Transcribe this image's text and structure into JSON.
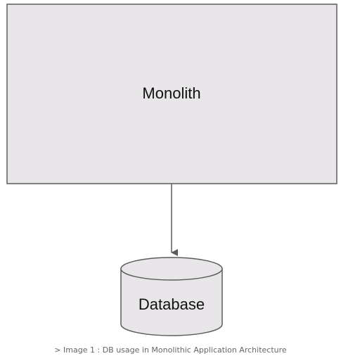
{
  "diagram": {
    "nodes": {
      "monolith": {
        "label": "Monolith",
        "shape": "rectangle"
      },
      "database": {
        "label": "Database",
        "shape": "cylinder"
      }
    },
    "edges": [
      {
        "from": "monolith",
        "to": "database",
        "arrow": "end"
      }
    ],
    "colors": {
      "fill": "#e8e6e8",
      "stroke": "#5c5c5c",
      "text": "#111111"
    }
  },
  "caption": "> Image 1 : DB usage in Monolithic Application Architecture"
}
